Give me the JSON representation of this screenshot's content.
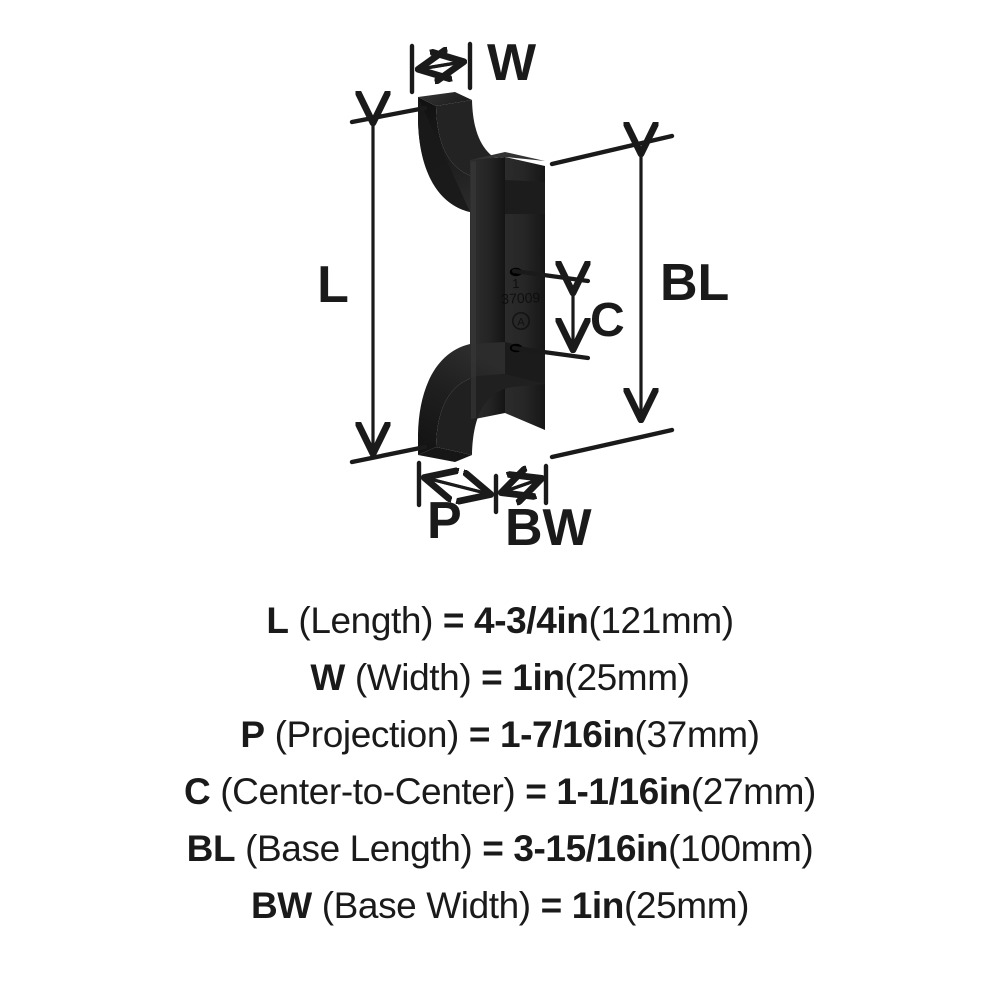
{
  "product": {
    "type": "double robe hook",
    "finish_color": "#1c1c1c",
    "engraving": {
      "line1": "1",
      "line2": "37009",
      "logo": "A"
    }
  },
  "diagram": {
    "labels": {
      "w": "W",
      "l": "L",
      "bl": "BL",
      "c": "C",
      "p": "P",
      "bw": "BW"
    },
    "icon_names": {
      "w_arrow": "horizontal-dimension-arrow-width",
      "l_arrow": "vertical-dimension-arrow-length",
      "bl_arrow": "vertical-dimension-arrow-base-length",
      "c_arrow": "vertical-dimension-arrow-center-to-center",
      "p_arrow": "horizontal-dimension-arrow-projection",
      "bw_arrow": "horizontal-dimension-arrow-base-width"
    }
  },
  "legend": {
    "rows": [
      {
        "code": "L",
        "name": "(Length)",
        "eq": "=",
        "value": "4-3/4in",
        "metric": "(121mm)"
      },
      {
        "code": "W",
        "name": "(Width)",
        "eq": "=",
        "value": "1in",
        "metric": "(25mm)"
      },
      {
        "code": "P",
        "name": "(Projection)",
        "eq": "=",
        "value": "1-7/16in",
        "metric": "(37mm)"
      },
      {
        "code": "C",
        "name": "(Center-to-Center)",
        "eq": "=",
        "value": "1-1/16in",
        "metric": "(27mm)"
      },
      {
        "code": "BL",
        "name": "(Base Length)",
        "eq": "=",
        "value": "3-15/16in",
        "metric": "(100mm)"
      },
      {
        "code": "BW",
        "name": "(Base Width)",
        "eq": "=",
        "value": "1in",
        "metric": "(25mm)"
      }
    ]
  }
}
